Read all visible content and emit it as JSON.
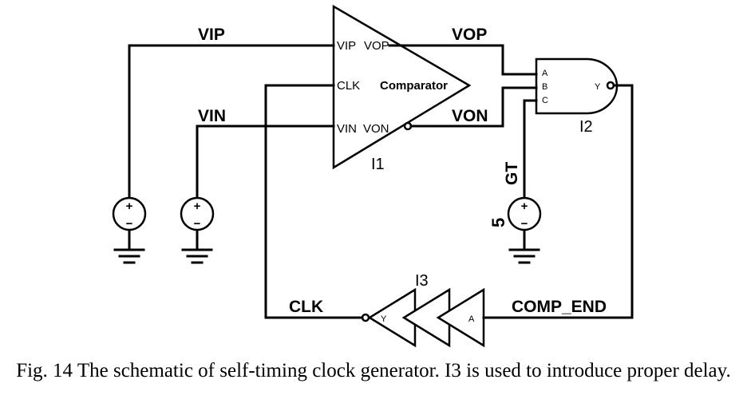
{
  "figure": {
    "caption": "Fig. 14 The schematic of self-timing clock generator. I3 is used to introduce proper delay."
  },
  "comparator": {
    "instance": "I1",
    "label": "Comparator",
    "pin_vip": "VIP",
    "pin_vop": "VOP",
    "pin_clk": "CLK",
    "pin_vin": "VIN",
    "pin_von": "VON"
  },
  "nand_gate": {
    "instance": "I2",
    "pin_a": "A",
    "pin_b": "B",
    "pin_c": "C",
    "pin_y": "Y"
  },
  "delay_chain": {
    "instance": "I3",
    "pin_a": "A",
    "pin_y": "Y"
  },
  "nets": {
    "vip": "VIP",
    "vin": "VIN",
    "vop": "VOP",
    "von": "VON",
    "clk": "CLK",
    "comp_end": "COMP_END",
    "gt": "GT"
  },
  "sources": {
    "gt_value": "5",
    "plus": "+",
    "minus": "−"
  }
}
